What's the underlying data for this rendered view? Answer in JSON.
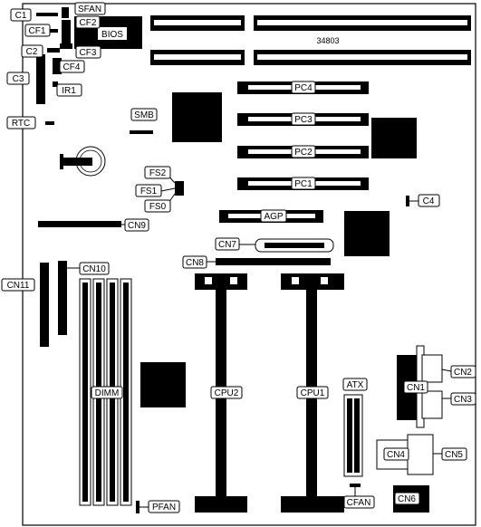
{
  "board_id": "34803",
  "labels": {
    "c1": "C1",
    "sfan": "SFAN",
    "cf2": "CF2",
    "cf1": "CF1",
    "bios": "BIOS",
    "cf3": "CF3",
    "c2": "C2",
    "c3": "C3",
    "cf4": "CF4",
    "ir1": "IR1",
    "rtc": "RTC",
    "smb": "SMB",
    "pc4": "PC4",
    "pc3": "PC3",
    "pc2": "PC2",
    "pc1": "PC1",
    "fs2": "FS2",
    "fs1": "FS1",
    "fs0": "FS0",
    "c4": "C4",
    "agp": "AGP",
    "cn9": "CN9",
    "cn7": "CN7",
    "cn8": "CN8",
    "cn10": "CN10",
    "cn11": "CN11",
    "dimm": "DIMM",
    "cpu2": "CPU2",
    "cpu1": "CPU1",
    "atx": "ATX",
    "cn1": "CN1",
    "cn2": "CN2",
    "cn3": "CN3",
    "cn4": "CN4",
    "cn5": "CN5",
    "cn6": "CN6",
    "pfan": "PFAN",
    "cfan": "CFAN"
  }
}
